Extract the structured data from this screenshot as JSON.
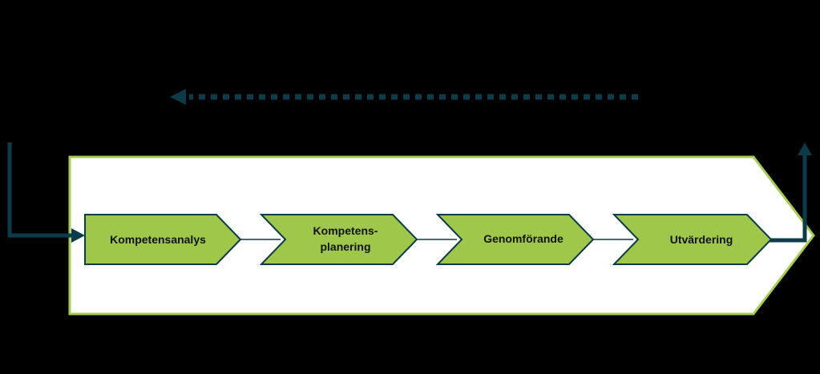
{
  "diagram": {
    "steps": [
      {
        "label": "Kompetensanalys"
      },
      {
        "label_line1": "Kompetens-",
        "label_line2": "planering"
      },
      {
        "label": "Genomförande"
      },
      {
        "label": "Utvärdering"
      }
    ]
  },
  "colors": {
    "background": "#000000",
    "panel_fill": "#ffffff",
    "panel_border": "#a9cd52",
    "step_fill": "#9fc74a",
    "step_border": "#0c3b4a",
    "arrow": "#0c3b4a"
  }
}
